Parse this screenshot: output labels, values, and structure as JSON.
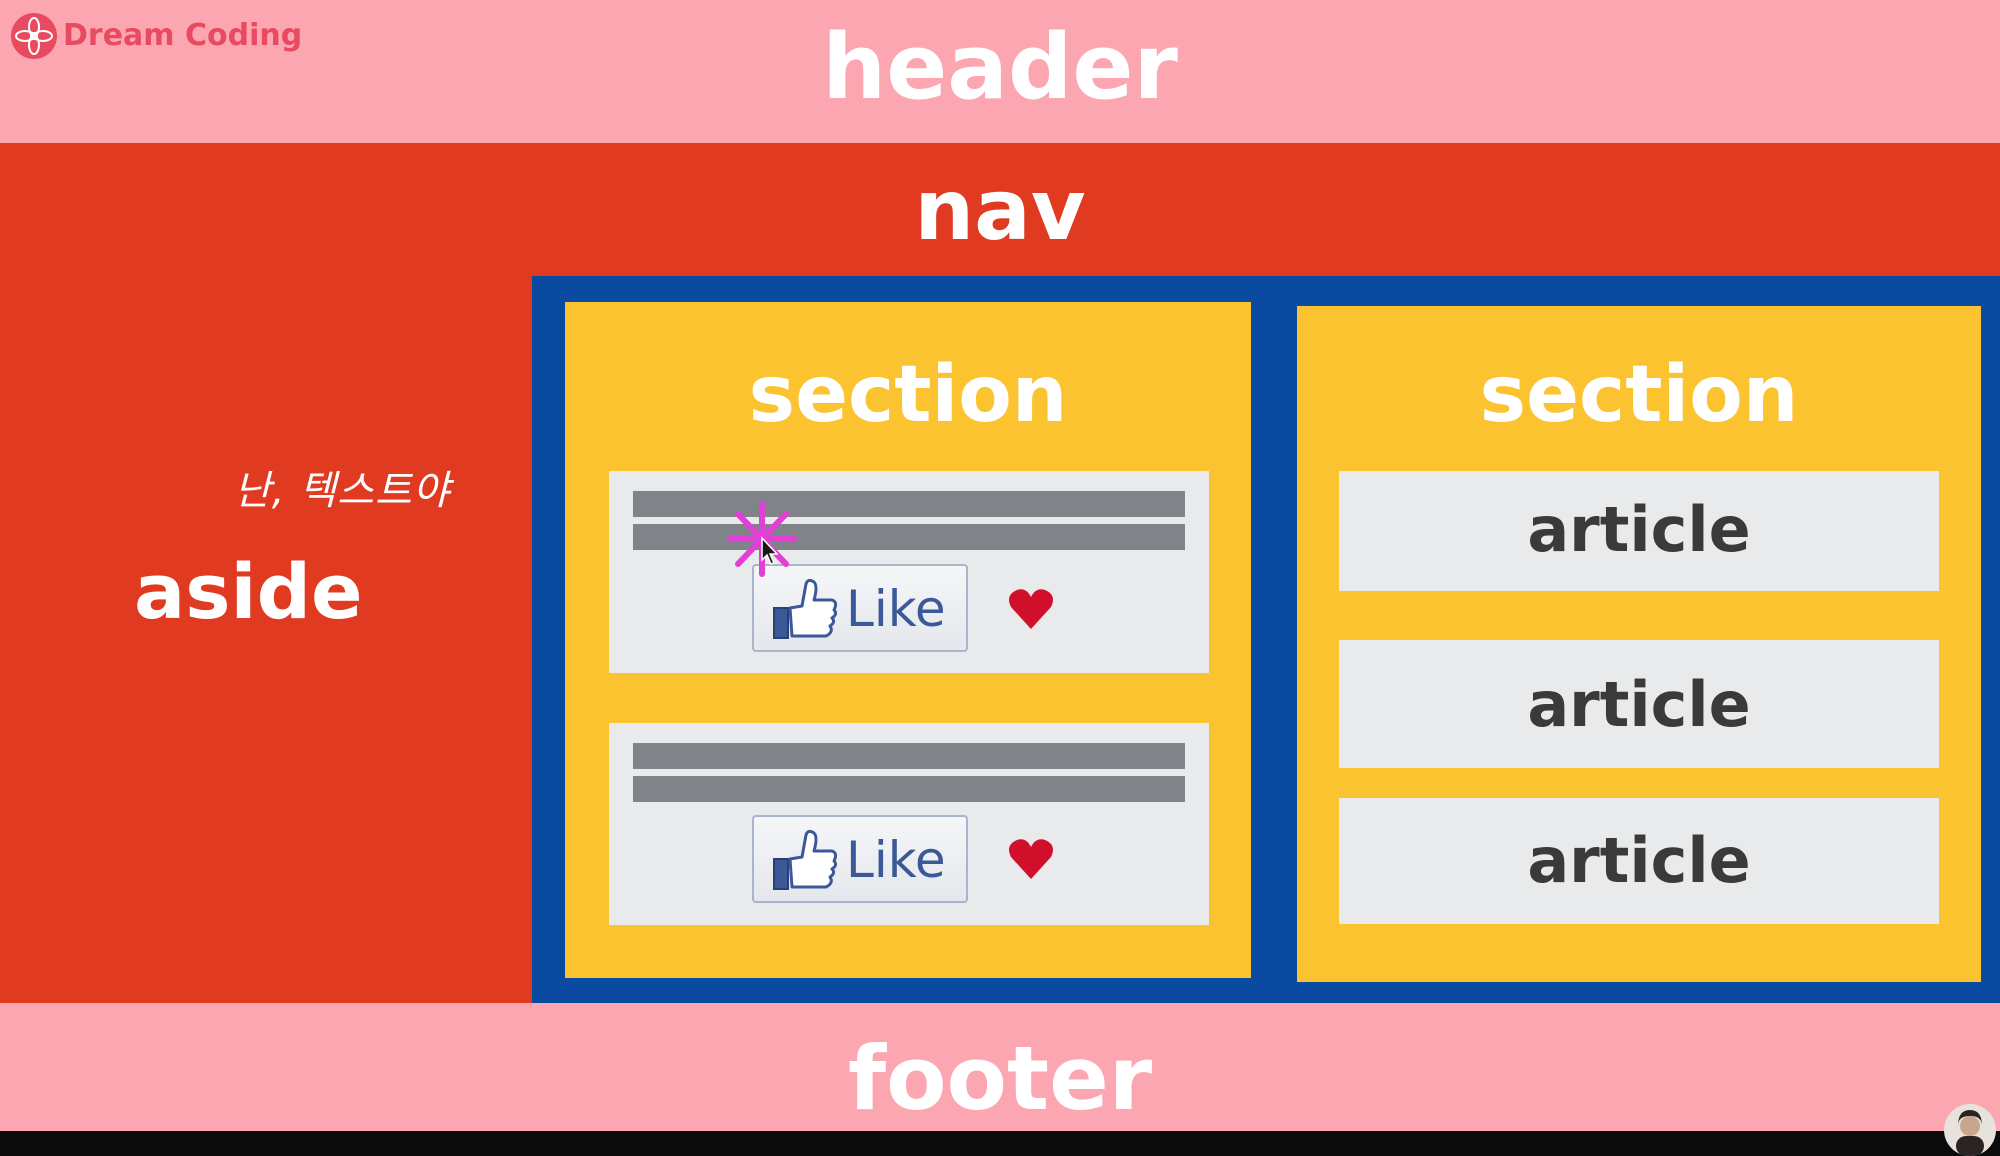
{
  "brand": {
    "name": "Dream Coding"
  },
  "diagram": {
    "header": "header",
    "nav": "nav",
    "aside": "aside",
    "aside_note": "난, 텍스트야",
    "sections": [
      {
        "label": "section",
        "cards": [
          {
            "like_label": "Like"
          },
          {
            "like_label": "Like"
          }
        ]
      },
      {
        "label": "section",
        "articles": [
          "article",
          "article",
          "article"
        ]
      }
    ],
    "footer": "footer"
  },
  "colors": {
    "header_footer": "#fba6b0",
    "nav_aside": "#e03a21",
    "main_border": "#0a4aa0",
    "section": "#fcc331",
    "card": "#e9eaec",
    "heart": "#d0102a",
    "sparkle": "#e23fd6"
  },
  "icons": [
    "flower-logo-icon",
    "thumbs-up-icon",
    "heart-icon",
    "sparkle-icon",
    "mouse-cursor-icon"
  ]
}
